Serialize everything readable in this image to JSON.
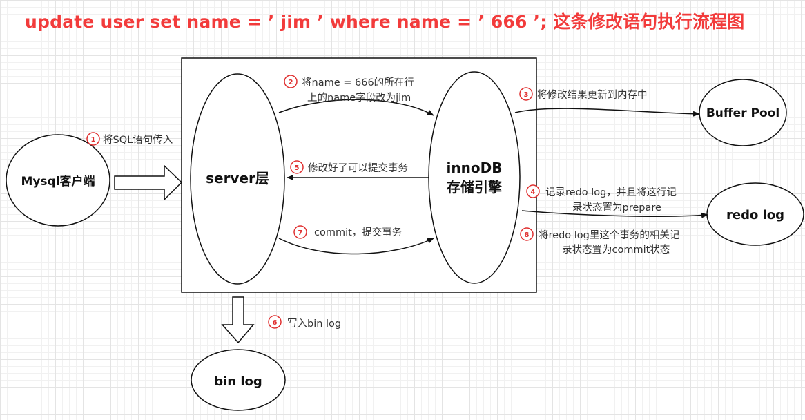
{
  "title": "update   user  set name = ’ jim  ’ where  name = ’ 666  ’; 这条修改语句执行流程图",
  "nodes": {
    "client": "Mysql客户端",
    "server": "server层",
    "innodb_line1": "innoDB",
    "innodb_line2": "存储引擎",
    "buffer_pool": "Buffer  Pool",
    "redo_log": "redo  log",
    "bin_log": "bin  log"
  },
  "steps": [
    {
      "num": "1",
      "lines": [
        "将SQL语句传入"
      ]
    },
    {
      "num": "2",
      "lines": [
        "将name = 666的所在行",
        "上的name字段改为jim"
      ]
    },
    {
      "num": "3",
      "lines": [
        "将修改结果更新到内存中"
      ]
    },
    {
      "num": "4",
      "lines": [
        "记录redo  log，并且将这行记",
        "录状态置为prepare"
      ]
    },
    {
      "num": "5",
      "lines": [
        "修改好了可以提交事务"
      ]
    },
    {
      "num": "6",
      "lines": [
        "写入bin log"
      ]
    },
    {
      "num": "7",
      "lines": [
        "commit，提交事务"
      ]
    },
    {
      "num": "8",
      "lines": [
        "将redo  log里这个事务的相关记",
        "录状态置为commit状态"
      ]
    }
  ],
  "colors": {
    "title": "#f23b3b",
    "badge": "#e03030",
    "stroke": "#111111",
    "label": "#333333"
  }
}
